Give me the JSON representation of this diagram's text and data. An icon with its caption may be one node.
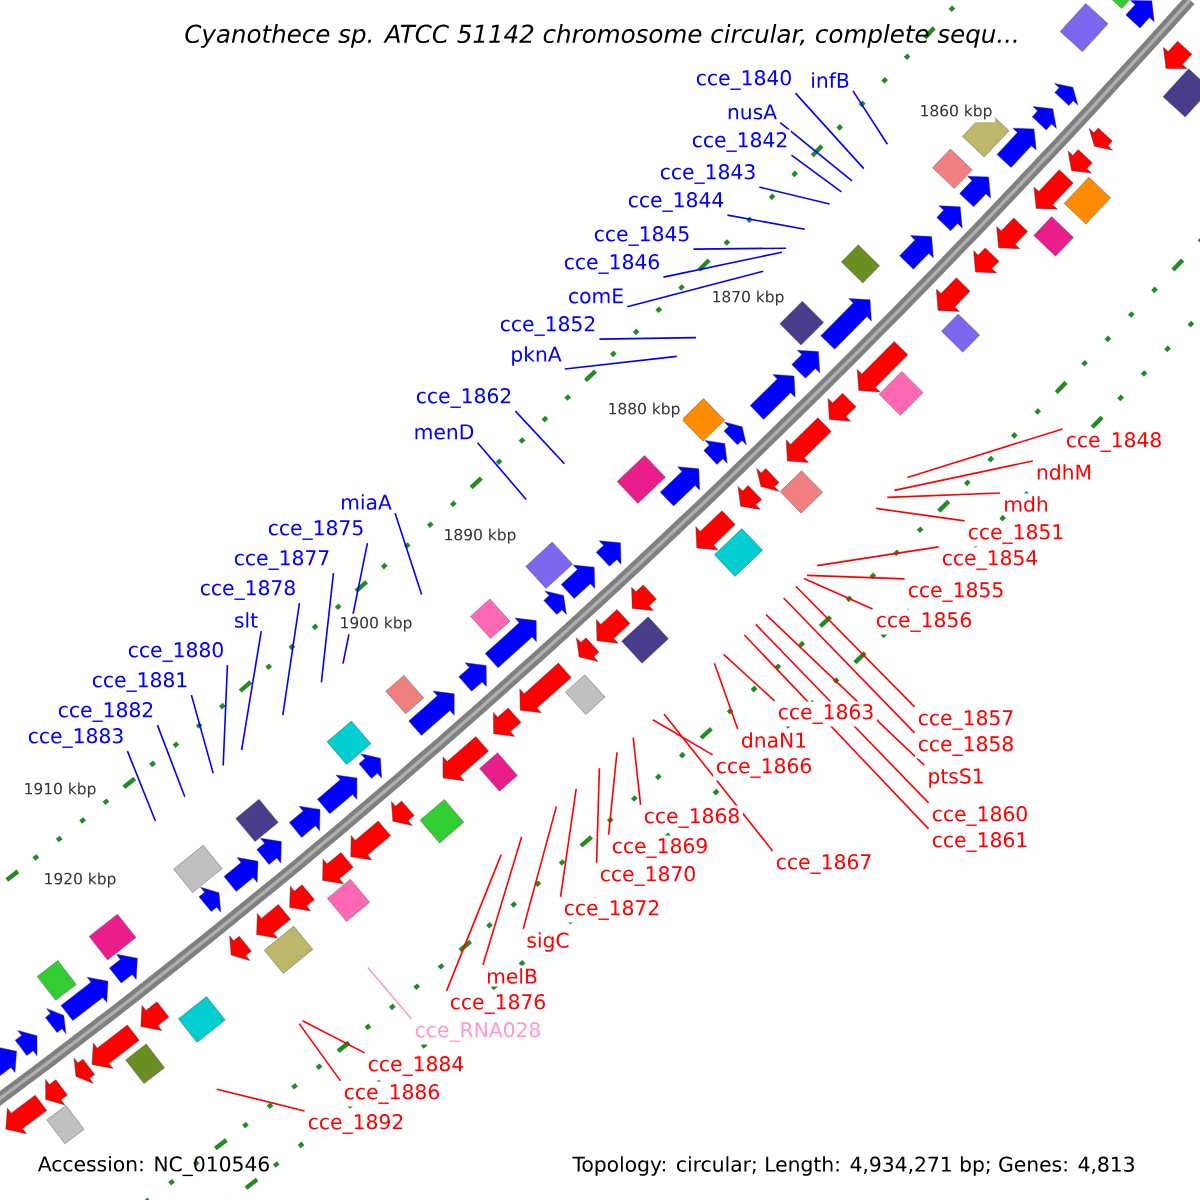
{
  "diagram": {
    "title": "Cyanothece sp. ATCC 51142 chromosome circular, complete sequ...",
    "nodes": [
      {
        "text": [
          "cce_1840"
        ]
      },
      {
        "text": [
          "infB"
        ]
      },
      {
        "text": [
          "nusA"
        ]
      },
      {
        "text": [
          "cce_1842"
        ]
      },
      {
        "text": [
          "cce_1843"
        ]
      },
      {
        "text": [
          "cce_1844"
        ]
      },
      {
        "text": [
          "cce_1845"
        ]
      },
      {
        "text": [
          "cce_1846"
        ]
      },
      {
        "text": [
          "comE"
        ]
      },
      {
        "text": [
          "cce_1852"
        ]
      },
      {
        "text": [
          "pknA"
        ]
      },
      {
        "text": [
          "cce_1862"
        ]
      },
      {
        "text": [
          "menD"
        ]
      },
      {
        "text": [
          "miaA"
        ]
      },
      {
        "text": [
          "cce_1875"
        ]
      },
      {
        "text": [
          "cce_1877"
        ]
      },
      {
        "text": [
          "cce_1878"
        ]
      },
      {
        "text": [
          "slt"
        ]
      },
      {
        "text": [
          "cce_1880"
        ]
      },
      {
        "text": [
          "cce_1881"
        ]
      },
      {
        "text": [
          "cce_1882"
        ]
      },
      {
        "text": [
          "cce_1883"
        ]
      },
      {
        "text": [
          "cce_1848"
        ]
      },
      {
        "text": [
          "ndhM"
        ]
      },
      {
        "text": [
          "mdh"
        ]
      },
      {
        "text": [
          "cce_1851"
        ]
      },
      {
        "text": [
          "cce_1854"
        ]
      },
      {
        "text": [
          "cce_1855"
        ]
      },
      {
        "text": [
          "cce_1856"
        ]
      },
      {
        "text": [
          "cce_1857"
        ]
      },
      {
        "text": [
          "cce_1858"
        ]
      },
      {
        "text": [
          "ptsS1"
        ]
      },
      {
        "text": [
          "cce_1860"
        ]
      },
      {
        "text": [
          "cce_1861"
        ]
      },
      {
        "text": [
          "cce_1863"
        ]
      },
      {
        "text": [
          "dnaN1"
        ]
      },
      {
        "text": [
          "cce_1866"
        ]
      },
      {
        "text": [
          "cce_1868"
        ]
      },
      {
        "text": [
          "cce_1869"
        ]
      },
      {
        "text": [
          "cce_1867"
        ]
      },
      {
        "text": [
          "cce_1870"
        ]
      },
      {
        "text": [
          "cce_1872"
        ]
      },
      {
        "text": [
          "sigC"
        ]
      },
      {
        "text": [
          "melB"
        ]
      },
      {
        "text": [
          "cce_1876"
        ]
      },
      {
        "text": [
          "cce_RNA028"
        ]
      },
      {
        "text": [
          "cce_1884"
        ]
      },
      {
        "text": [
          "cce_1886"
        ]
      },
      {
        "text": [
          "cce_1892"
        ]
      }
    ],
    "edges": [
      {
        "from": 0,
        "to": null,
        "arrow": "none",
        "color": "#0000ff"
      },
      {
        "from": 1,
        "to": null,
        "arrow": "none",
        "color": "#0000ff"
      },
      {
        "from": 2,
        "to": null,
        "arrow": "none",
        "color": "#0000ff"
      },
      {
        "from": 3,
        "to": null,
        "arrow": "none",
        "color": "#0000ff"
      },
      {
        "from": 4,
        "to": null,
        "arrow": "none",
        "color": "#0000ff"
      },
      {
        "from": 5,
        "to": null,
        "arrow": "none",
        "color": "#0000ff"
      },
      {
        "from": 6,
        "to": null,
        "arrow": "none",
        "color": "#0000ff"
      },
      {
        "from": 7,
        "to": null,
        "arrow": "none",
        "color": "#0000ff"
      },
      {
        "from": 8,
        "to": null,
        "arrow": "none",
        "color": "#0000ff"
      },
      {
        "from": 9,
        "to": null,
        "arrow": "none",
        "color": "#0000ff"
      },
      {
        "from": 10,
        "to": null,
        "arrow": "none",
        "color": "#0000ff"
      },
      {
        "from": 11,
        "to": null,
        "arrow": "none",
        "color": "#0000ff"
      },
      {
        "from": 12,
        "to": null,
        "arrow": "none",
        "color": "#0000ff"
      },
      {
        "from": 13,
        "to": null,
        "arrow": "none",
        "color": "#0000ff"
      },
      {
        "from": 14,
        "to": null,
        "arrow": "none",
        "color": "#0000ff"
      },
      {
        "from": 15,
        "to": null,
        "arrow": "none",
        "color": "#0000ff"
      },
      {
        "from": 16,
        "to": null,
        "arrow": "none",
        "color": "#0000ff"
      },
      {
        "from": 17,
        "to": null,
        "arrow": "none",
        "color": "#0000ff"
      },
      {
        "from": 18,
        "to": null,
        "arrow": "none",
        "color": "#0000ff"
      },
      {
        "from": 19,
        "to": null,
        "arrow": "none",
        "color": "#0000ff"
      },
      {
        "from": 20,
        "to": null,
        "arrow": "none",
        "color": "#0000ff"
      },
      {
        "from": 21,
        "to": null,
        "arrow": "none",
        "color": "#0000ff"
      },
      {
        "from": 22,
        "to": null,
        "arrow": "none"
      },
      {
        "from": 23,
        "to": null,
        "arrow": "none"
      },
      {
        "from": 24,
        "to": null,
        "arrow": "none"
      },
      {
        "from": 25,
        "to": null,
        "arrow": "none"
      },
      {
        "from": 26,
        "to": null,
        "arrow": "none"
      },
      {
        "from": 27,
        "to": null,
        "arrow": "none"
      },
      {
        "from": 28,
        "to": null,
        "arrow": "none"
      },
      {
        "from": 29,
        "to": null,
        "arrow": "none"
      },
      {
        "from": 30,
        "to": null,
        "arrow": "none"
      },
      {
        "from": 31,
        "to": null,
        "arrow": "none"
      },
      {
        "from": 32,
        "to": null,
        "arrow": "none"
      },
      {
        "from": 33,
        "to": null,
        "arrow": "none"
      },
      {
        "from": 34,
        "to": null,
        "arrow": "none"
      },
      {
        "from": 35,
        "to": null,
        "arrow": "none"
      },
      {
        "from": 36,
        "to": null,
        "arrow": "none"
      },
      {
        "from": 37,
        "to": null,
        "arrow": "none"
      },
      {
        "from": 38,
        "to": null,
        "arrow": "none"
      },
      {
        "from": 39,
        "to": null,
        "arrow": "none"
      },
      {
        "from": 40,
        "to": null,
        "arrow": "none"
      },
      {
        "from": 41,
        "to": null,
        "arrow": "none"
      },
      {
        "from": 42,
        "to": null,
        "arrow": "none"
      },
      {
        "from": 43,
        "to": null,
        "arrow": "none"
      },
      {
        "from": 44,
        "to": null,
        "arrow": "none"
      },
      {
        "from": 45,
        "to": null,
        "arrow": "none",
        "color": "#ff99cc"
      },
      {
        "from": 46,
        "to": null,
        "arrow": "none"
      },
      {
        "from": 47,
        "to": null,
        "arrow": "none"
      },
      {
        "from": 48,
        "to": null,
        "arrow": "none"
      }
    ],
    "labels": [
      "1860 kbp",
      "1870 kbp",
      "1880 kbp",
      "1890 kbp",
      "1900 kbp",
      "1910 kbp",
      "1920 kbp",
      "Accession: NC_010546",
      "Topology: circular; Length: 4,934,271 bp; Genes: 4,813"
    ]
  }
}
